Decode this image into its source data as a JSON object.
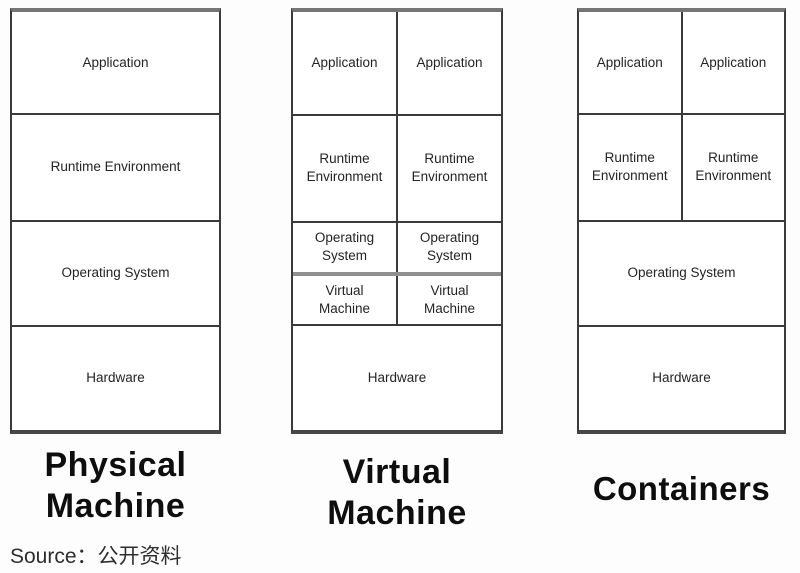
{
  "columns": {
    "physical": {
      "label": "Physical Machine",
      "layers": {
        "application": "Application",
        "runtime": "Runtime Environment",
        "os": "Operating System",
        "hardware": "Hardware"
      }
    },
    "virtual": {
      "label": "Virtual Machine",
      "layers": {
        "application": "Application",
        "runtime": "Runtime Environment",
        "os": "Operating System",
        "vm": "Virtual Machine",
        "hardware": "Hardware"
      }
    },
    "containers": {
      "label": "Containers",
      "layers": {
        "application": "Application",
        "runtime": "Runtime Environment",
        "os": "Operating System",
        "hardware": "Hardware"
      }
    }
  },
  "footer": {
    "source": "Source：公开资料"
  },
  "colors": {
    "border": "#3a3a3a",
    "border_top": "#767676",
    "hypervisor_line": "#8f8f8f",
    "text": "#242424",
    "label_text": "#0e0e0e",
    "background": "#ffffff"
  }
}
